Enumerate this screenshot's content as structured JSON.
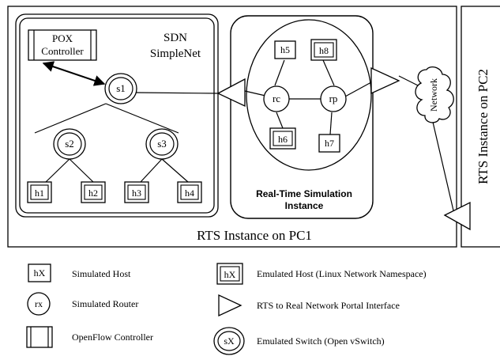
{
  "pc1": {
    "label": "RTS Instance on PC1"
  },
  "pc2": {
    "label": "RTS Instance on PC2"
  },
  "sdn": {
    "title_line1": "SDN",
    "title_line2": "SimpleNet"
  },
  "pox": {
    "line1": "POX",
    "line2": "Controller"
  },
  "switches": {
    "s1": "s1",
    "s2": "s2",
    "s3": "s3"
  },
  "emulated_hosts": {
    "h1": "h1",
    "h2": "h2",
    "h3": "h3",
    "h4": "h4",
    "h6": "h6",
    "h8": "h8"
  },
  "routers": {
    "rc": "rc",
    "rp": "rp"
  },
  "simulated_hosts": {
    "h5": "h5",
    "h7": "h7"
  },
  "rts_sim": {
    "line1": "Real-Time Simulation",
    "line2": "Instance"
  },
  "network": {
    "label": "Network"
  },
  "legend": {
    "simulated_host": {
      "symbol": "hX",
      "text": "Simulated Host"
    },
    "simulated_router": {
      "symbol": "rx",
      "text": "Simulated Router"
    },
    "openflow_controller": {
      "text": "OpenFlow Controller"
    },
    "emulated_host": {
      "symbol": "hX",
      "text": "Emulated Host (Linux  Network Namespace)"
    },
    "portal": {
      "text": "RTS to Real Network Portal Interface"
    },
    "emulated_switch": {
      "symbol": "sX",
      "text": "Emulated Switch (Open vSwitch)"
    }
  }
}
